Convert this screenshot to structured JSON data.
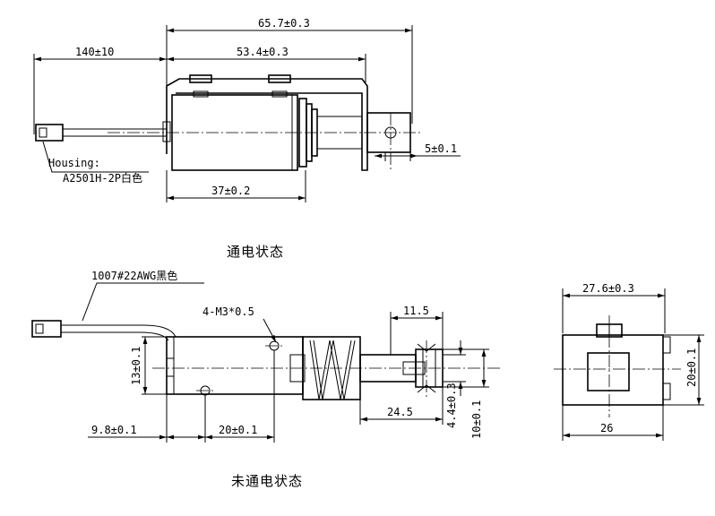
{
  "top_view": {
    "caption": "通电状态",
    "dims": {
      "overall": "65.7±0.3",
      "lead": "140±10",
      "body_span": "53.4±0.3",
      "body": "37±0.2",
      "plunger_dia": "5±0.1"
    },
    "housing": {
      "line1": "Housing:",
      "line2": "A2501H-2P白色"
    }
  },
  "side_view": {
    "caption": "未通电状态",
    "wire_label": "1007#22AWG黑色",
    "dims": {
      "holes": "4-M3*0.5",
      "height_small": "13±0.1",
      "stroke": "11.5",
      "left_offset": "9.8±0.1",
      "hole_pitch": "20±0.1",
      "plunger_len": "24.5",
      "plunger_dia": "4.4±0.3",
      "body_height": "10±0.1"
    }
  },
  "end_view": {
    "dims": {
      "width_top": "27.6±0.3",
      "height": "20±0.1",
      "width_bottom": "26"
    }
  }
}
